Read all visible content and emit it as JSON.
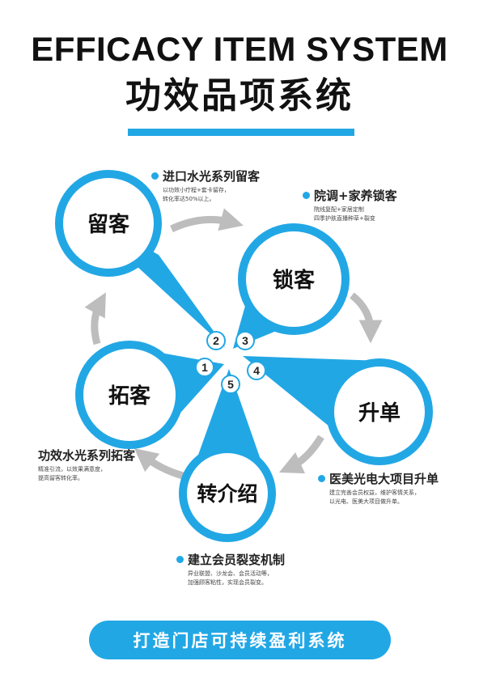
{
  "header": {
    "title_en": "EFFICACY ITEM SYSTEM",
    "title_cn": "功效品项系统"
  },
  "colors": {
    "accent": "#22a7e5",
    "arrow": "#bdbdbd",
    "text": "#111111"
  },
  "petals": [
    {
      "num": "1",
      "label": "拓客"
    },
    {
      "num": "2",
      "label": "留客"
    },
    {
      "num": "3",
      "label": "锁客"
    },
    {
      "num": "4",
      "label": "升单"
    },
    {
      "num": "5",
      "label": "转介绍"
    }
  ],
  "captions": [
    {
      "title": "进口水光系列留客",
      "lines": [
        "以功效小疗程+套卡留存，",
        "转化率达50%以上。"
      ]
    },
    {
      "title": "院调+家养锁客",
      "lines": [
        "院线复配+家居定制",
        "四季护肤直播种草+裂变"
      ]
    },
    {
      "title": "医美光电大项目升单",
      "lines": [
        "建立完善会员权益，维护客情关系，",
        "以光电、医美大项目做升单。"
      ]
    },
    {
      "title": "建立会员裂变机制",
      "lines": [
        "异业联盟、沙龙会、会员活动等，",
        "加强顾客粘性，实现会员裂变。"
      ]
    },
    {
      "title": "功效水光系列拓客",
      "lines": [
        "精准引流，以效果满意度，",
        "提高留客转化率。"
      ]
    }
  ],
  "footer": {
    "label": "打造门店可持续盈利系统"
  }
}
